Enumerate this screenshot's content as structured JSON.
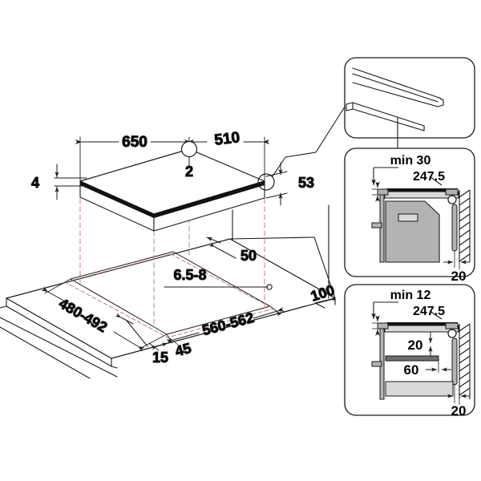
{
  "drawing": {
    "title": "Built-in hob installation dimension drawing",
    "units": "mm",
    "background_color": "#ffffff",
    "line_color": "#1a1a1a",
    "hidden_line_color": "#c08080",
    "fill_gray_light": "#d9d9d9",
    "fill_gray_mid": "#b3b3b3",
    "fill_gray_dark": "#6e6e6e",
    "fill_black": "#111111"
  },
  "main_view": {
    "name": "hob-and-worktop-isometric",
    "dimensions": {
      "width_650": "650",
      "depth_510": "510",
      "glass_thickness_4": "4",
      "edge_detail_2": "2",
      "body_height_53": "53",
      "cutout_depth_480_492": "480-492",
      "cutout_width_560_562": "560-562",
      "worktop_thickness_6_5_8": "6.5-8",
      "corner_radius_50": "50",
      "front_edge_45": "45",
      "rear_edge_15": "15",
      "rear_clearance_100": "100"
    }
  },
  "detail_boxes": [
    {
      "name": "edge-profile-detail",
      "labels": []
    },
    {
      "name": "installation-over-oven-detail",
      "labels": {
        "min_gap": "min 30",
        "depth": "247.5",
        "rear_gap": "20"
      }
    },
    {
      "name": "installation-over-drawer-detail",
      "labels": {
        "min_gap": "min 12",
        "depth": "247.5",
        "vertical_gap": "20",
        "front_gap": "60",
        "rear_gap": "20"
      }
    }
  ]
}
